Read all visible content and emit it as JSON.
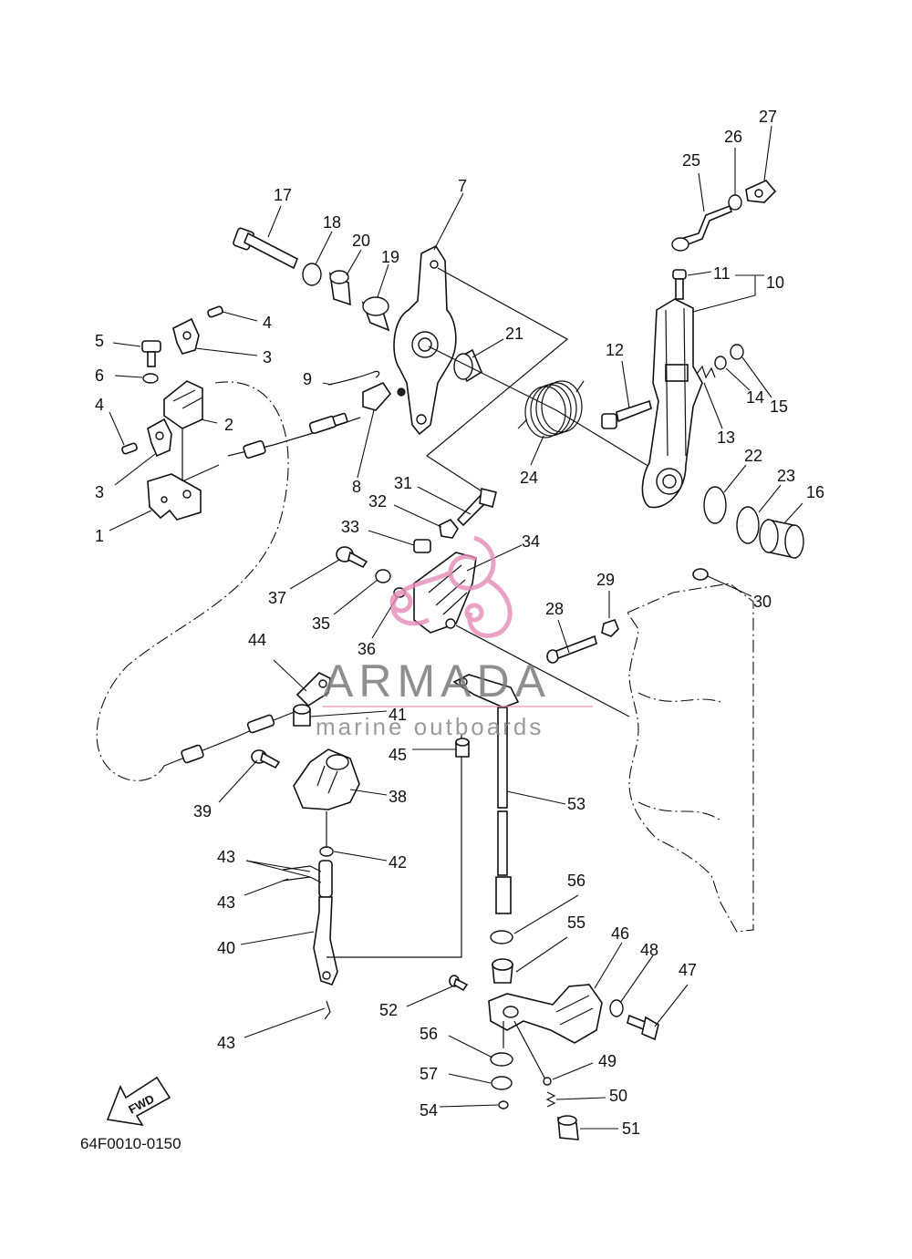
{
  "diagram": {
    "drawing_code": "64F0010-0150",
    "direction_badge": "FWD",
    "watermark": {
      "brand": "ARMADA",
      "tagline": "marine outboards",
      "accent_color": "#e58bb6",
      "text_color": "#7b7b7b"
    },
    "callouts": [
      "1",
      "2",
      "3",
      "3",
      "4",
      "4",
      "5",
      "6",
      "7",
      "8",
      "9",
      "10",
      "11",
      "12",
      "13",
      "14",
      "15",
      "16",
      "17",
      "18",
      "19",
      "20",
      "21",
      "22",
      "23",
      "24",
      "25",
      "26",
      "27",
      "28",
      "29",
      "30",
      "31",
      "32",
      "33",
      "34",
      "35",
      "36",
      "37",
      "38",
      "39",
      "40",
      "41",
      "42",
      "43",
      "43",
      "43",
      "44",
      "45",
      "46",
      "47",
      "48",
      "49",
      "50",
      "51",
      "52",
      "53",
      "54",
      "55",
      "56",
      "56",
      "57"
    ]
  }
}
